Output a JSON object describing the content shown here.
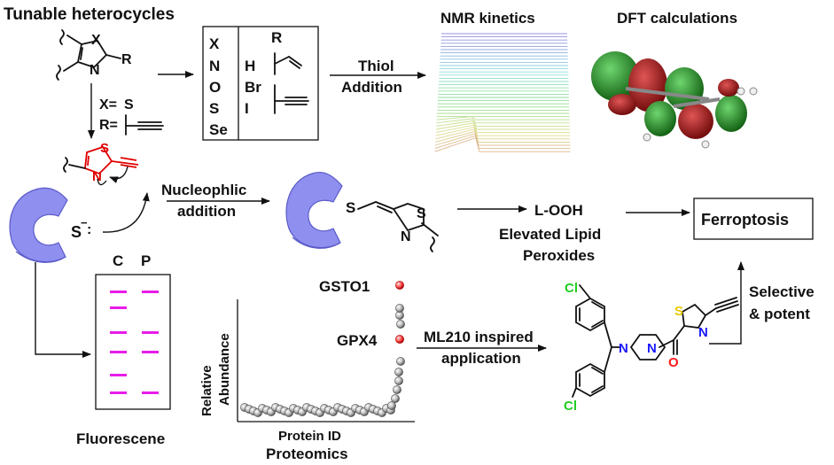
{
  "labels": {
    "tunable_title": "Tunable heterocycles",
    "atom_X": "X",
    "atom_N": "N",
    "atom_R": "R",
    "x_equals": "X=",
    "x_value": "S",
    "r_equals": "R=",
    "table_x_col": [
      "X",
      "N",
      "O",
      "S",
      "Se"
    ],
    "table_r_header": "R",
    "table_r_col": [
      "H",
      "Br",
      "I"
    ],
    "thiol_line1": "Thiol",
    "thiol_line2": "Addition",
    "nmr_title": "NMR kinetics",
    "dft_title": "DFT calculations",
    "nucleophilic_line1": "Nucleophlic",
    "nucleophilic_line2": "addition",
    "thiolate": "S",
    "thiolate_charge": "−",
    "atom_S": "S",
    "lipid_line1": "L-OOH",
    "lipid_line2": "Elevated Lipid",
    "lipid_line3": "Peroxides",
    "ferroptosis": "Ferroptosis",
    "selective_line1": "Selective",
    "selective_line2": "& potent",
    "gel_c": "C",
    "gel_p": "P",
    "fluorescence": "Fluorescene",
    "gsto1": "GSTO1",
    "gpx4": "GPX4",
    "y_axis_line1": "Relative",
    "y_axis_line2": "Abundance",
    "x_axis": "Protein ID",
    "proteomics": "Proteomics",
    "ml210_line1": "ML210 inspired",
    "ml210_line2": "application",
    "cl": "Cl",
    "atom_O": "O"
  },
  "colors": {
    "protein": "#8f8ff0",
    "protein_dark": "#5a5ac8",
    "gel_band": "#e81ce8",
    "highlight_red": "#e00000",
    "chlorine": "#22cc22",
    "nitrogen": "#1a1aff",
    "sulfur": "#e6c800",
    "oxygen": "#ff1a1a",
    "orbital_green": "#1a8a1a",
    "orbital_red": "#b01818"
  },
  "gel": {
    "control_lane_bands": 6,
    "probe_lane_bands": 4
  },
  "scatter": {
    "highlighted": [
      "GSTO1",
      "GPX4"
    ]
  }
}
